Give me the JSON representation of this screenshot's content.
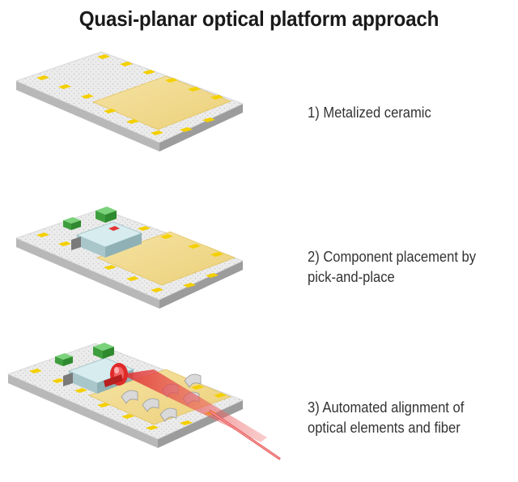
{
  "title": "Quasi-planar optical platform approach",
  "steps": [
    {
      "lines": [
        "1) Metalized ceramic"
      ]
    },
    {
      "lines": [
        "2) Component placement by",
        "pick-and-place"
      ]
    },
    {
      "lines": [
        "3) Automated alignment of",
        "optical elements and fiber"
      ]
    }
  ],
  "colors": {
    "ceramic_top": "#eeeeee",
    "ceramic_side": "#b5b5b5",
    "metal_pad": "#f4d000",
    "metal_plate": "#f1d98a",
    "component_base": "#c8e3e6",
    "green_block": "#4ab34a",
    "red_chip": "#e53333",
    "lens_red": "#e02a2a",
    "fiber": "#e85555"
  }
}
